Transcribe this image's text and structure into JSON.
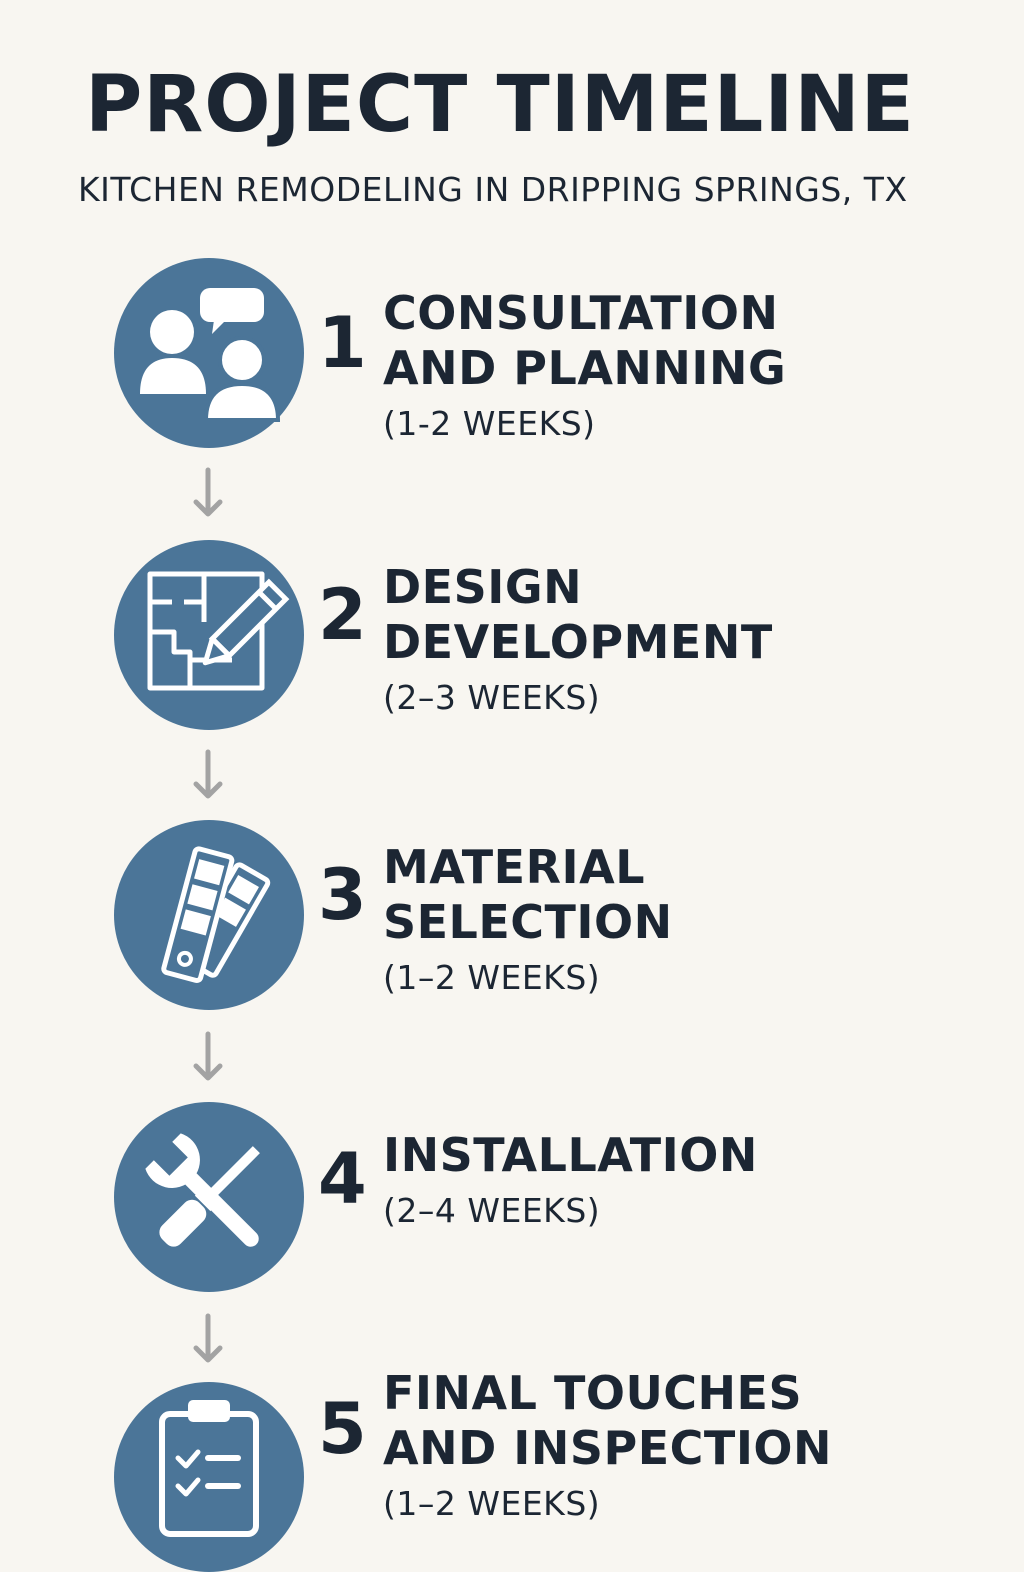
{
  "header": {
    "title": "PROJECT TIMELINE",
    "subtitle": "KITCHEN REMODELING IN DRIPPING SPRINGS, TX"
  },
  "colors": {
    "background": "#f8f6f1",
    "circle": "#4b7598",
    "text": "#1c2633",
    "arrow": "#a3a3a3"
  },
  "steps": [
    {
      "number": "1",
      "title_line1": "CONSULTATION",
      "title_line2": "AND PLANNING",
      "duration": "(1-2 WEEKS)",
      "icon": "consultation-people-icon"
    },
    {
      "number": "2",
      "title_line1": "DESIGN",
      "title_line2": "DEVELOPMENT",
      "duration": "(2–3 WEEKS)",
      "icon": "floor-plan-pencil-icon"
    },
    {
      "number": "3",
      "title_line1": "MATERIAL",
      "title_line2": "SELECTION",
      "duration": "(1–2 WEEKS)",
      "icon": "swatch-fan-icon"
    },
    {
      "number": "4",
      "title_line1": "INSTALLATION",
      "title_line2": "",
      "duration": "(2–4 WEEKS)",
      "icon": "wrench-screwdriver-icon"
    },
    {
      "number": "5",
      "title_line1": "FINAL TOUCHES",
      "title_line2": "AND INSPECTION",
      "duration": "(1–2 WEEKS)",
      "icon": "clipboard-checklist-icon"
    }
  ]
}
